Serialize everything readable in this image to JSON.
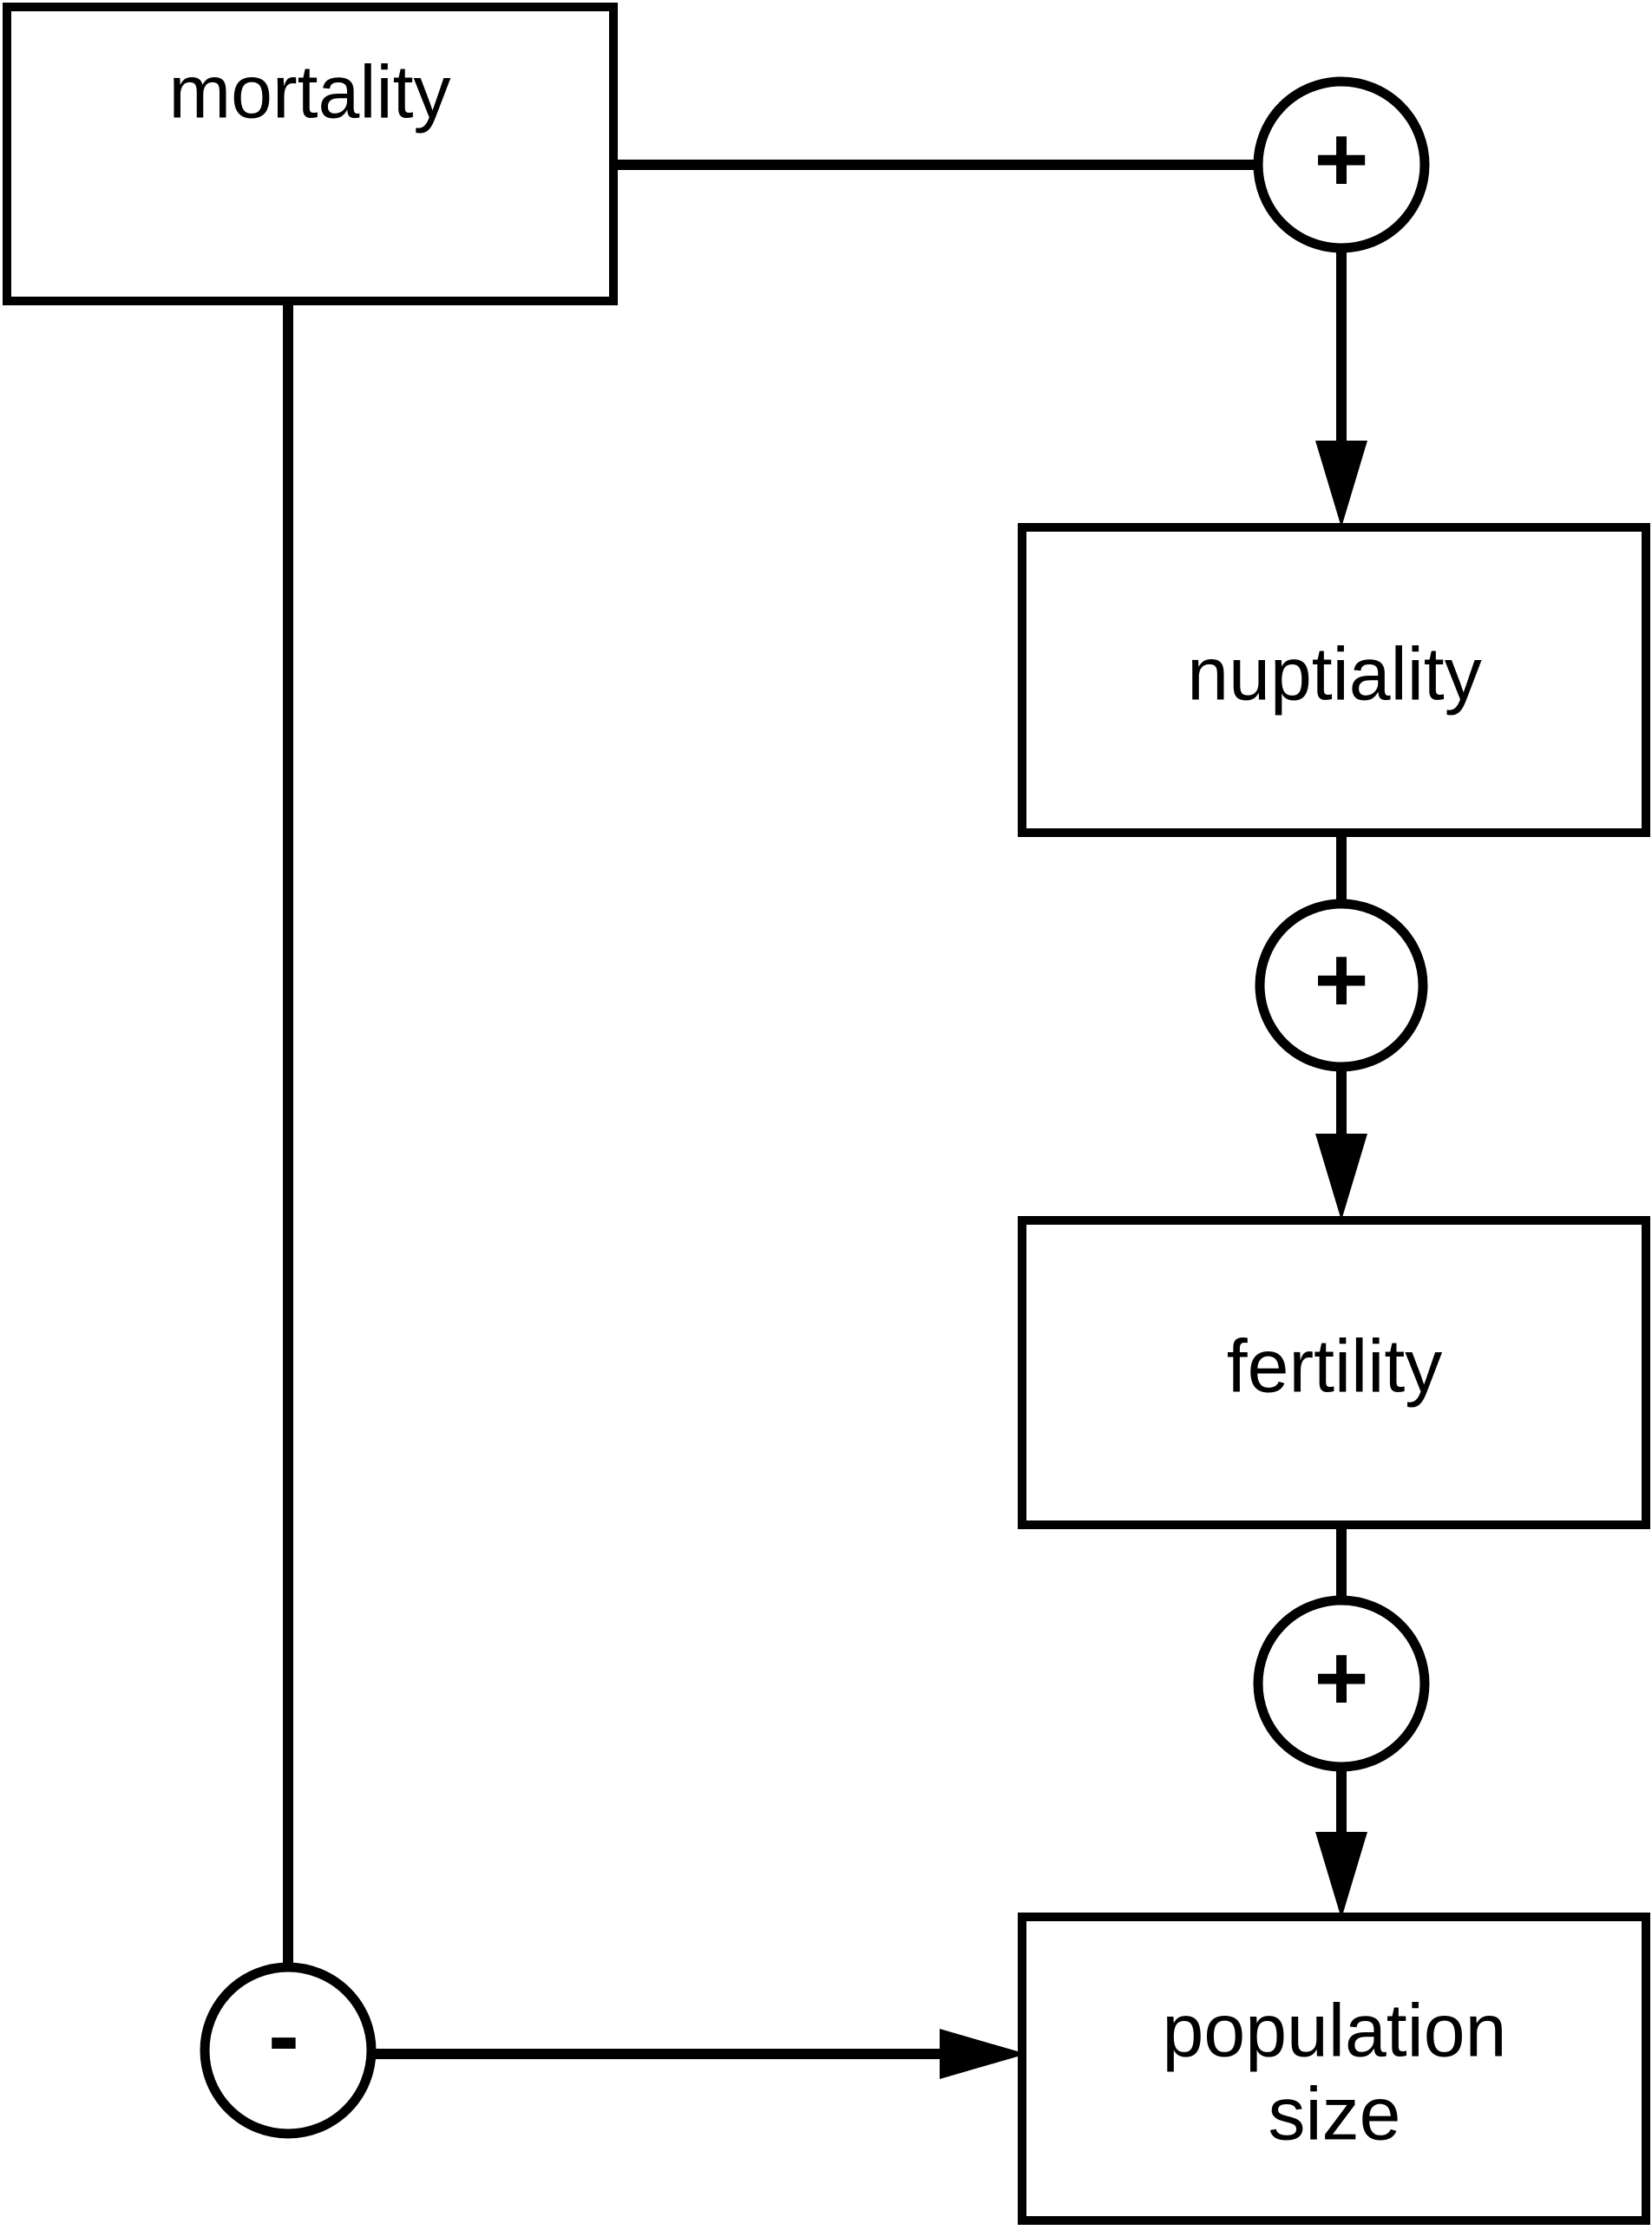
{
  "diagram": {
    "type": "causal-loop-diagram",
    "background_color": "#ffffff",
    "stroke_color": "#000000",
    "nodes": [
      {
        "id": "mortality",
        "label": "mortality"
      },
      {
        "id": "nuptiality",
        "label": "nuptiality"
      },
      {
        "id": "fertility",
        "label": "fertility"
      },
      {
        "id": "population_size",
        "label_line1": "population",
        "label_line2": "size"
      }
    ],
    "links": [
      {
        "id": "mortality-to-nuptiality",
        "source": "mortality",
        "target": "nuptiality",
        "polarity": "+",
        "polarity_name": "positive"
      },
      {
        "id": "nuptiality-to-fertility",
        "source": "nuptiality",
        "target": "fertility",
        "polarity": "+",
        "polarity_name": "positive"
      },
      {
        "id": "fertility-to-population-size",
        "source": "fertility",
        "target": "population_size",
        "polarity": "+",
        "polarity_name": "positive"
      },
      {
        "id": "mortality-to-population-size",
        "source": "mortality",
        "target": "population_size",
        "polarity": "-",
        "polarity_name": "negative"
      }
    ],
    "polarity_markers": [
      {
        "id": "plus-1",
        "symbol": "+"
      },
      {
        "id": "plus-2",
        "symbol": "+"
      },
      {
        "id": "plus-3",
        "symbol": "+"
      },
      {
        "id": "minus-1",
        "symbol": "-"
      }
    ]
  }
}
